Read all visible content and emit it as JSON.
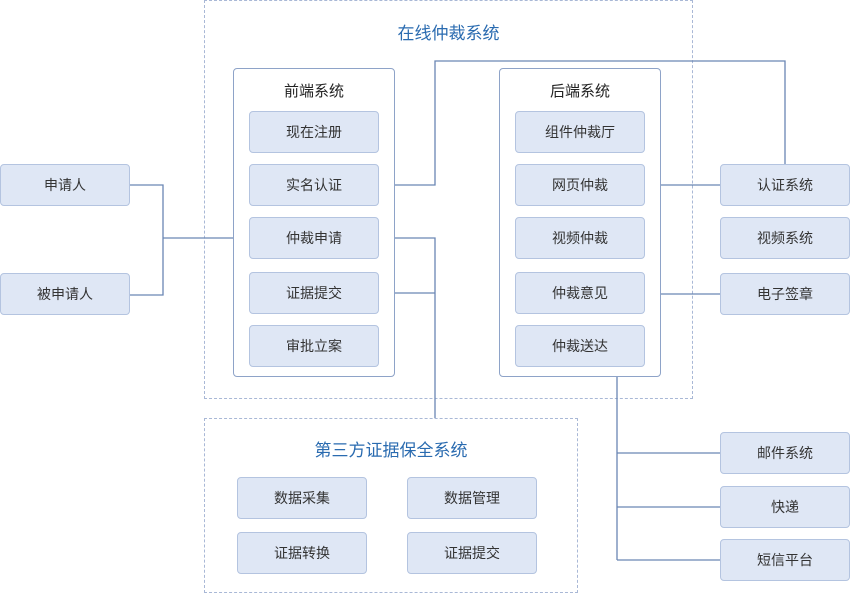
{
  "online_system": {
    "title": "在线仲裁系统",
    "frontend": {
      "title": "前端系统",
      "items": [
        "现在注册",
        "实名认证",
        "仲裁申请",
        "证据提交",
        "审批立案"
      ]
    },
    "backend": {
      "title": "后端系统",
      "items": [
        "组件仲裁厅",
        "网页仲裁",
        "视频仲裁",
        "仲裁意见",
        "仲裁送达"
      ]
    }
  },
  "parties": [
    "申请人",
    "被申请人"
  ],
  "external_services": [
    "认证系统",
    "视频系统",
    "电子签章"
  ],
  "delivery_channels": [
    "邮件系统",
    "快递",
    "短信平台"
  ],
  "third_party_system": {
    "title": "第三方证据保全系统",
    "items": [
      "数据采集",
      "数据管理",
      "证据转换",
      "证据提交"
    ]
  },
  "colors": {
    "title_blue": "#2a6bb0",
    "node_fill": "#dfe7f5",
    "node_border": "#b4c4e0",
    "connector": "#6a86b4",
    "dashed_border": "#a9b8d6"
  }
}
